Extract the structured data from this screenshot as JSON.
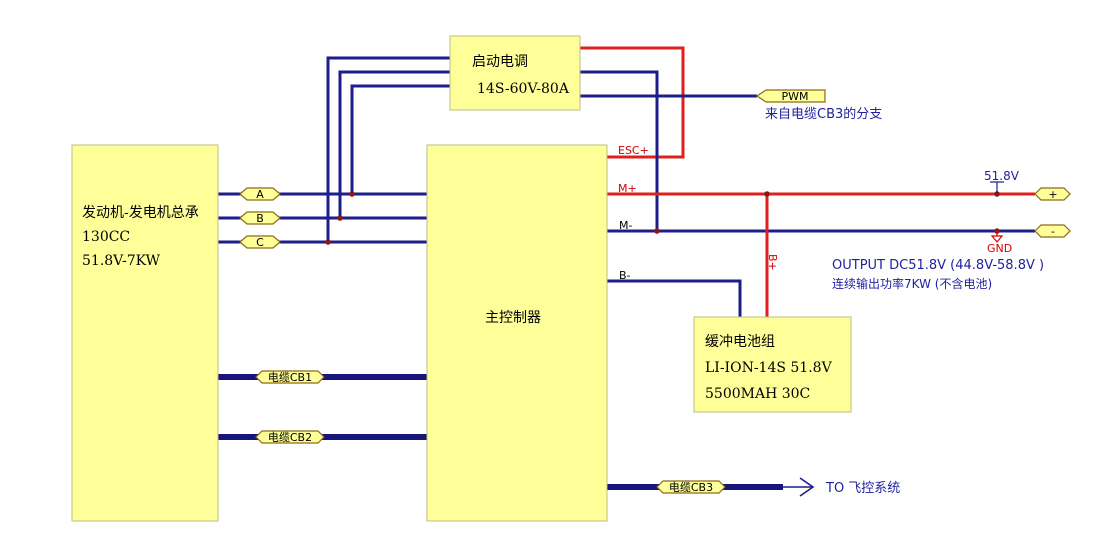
{
  "blocks": {
    "esc": {
      "line1": "启动电调",
      "line2": "14S-60V-80A"
    },
    "engine": {
      "line1": "发动机-发电机总承",
      "line2": "130CC",
      "line3": "51.8V-7KW"
    },
    "controller": {
      "label": "主控制器"
    },
    "battery": {
      "line1": "缓冲电池组",
      "line2": "LI-ION-14S 51.8V",
      "line3": "5500MAH 30C"
    }
  },
  "phase_labels": [
    "A",
    "B",
    "C"
  ],
  "cable_labels": {
    "cb1": "电缆CB1",
    "cb2": "电缆CB2",
    "cb3": "电缆CB3"
  },
  "pins": {
    "esc_plus": "ESC+",
    "m_plus": "M+",
    "m_minus": "M-",
    "b_minus": "B-",
    "b_plus": "B+"
  },
  "pwm": {
    "label": "PWM",
    "note": "来自电缆CB3的分支"
  },
  "power": {
    "voltage": "51.8V",
    "gnd": "GND",
    "plus": "+",
    "minus": "-"
  },
  "output": {
    "line1": "OUTPUT  DC51.8V  (44.8V-58.8V )",
    "line2": "连续输出功率7KW  (不含电池)"
  },
  "to_fc": "TO 飞控系统",
  "colors": {
    "block": "#ffff99",
    "wire_blue": "#1d1d8c",
    "wire_red": "#e0201c"
  }
}
